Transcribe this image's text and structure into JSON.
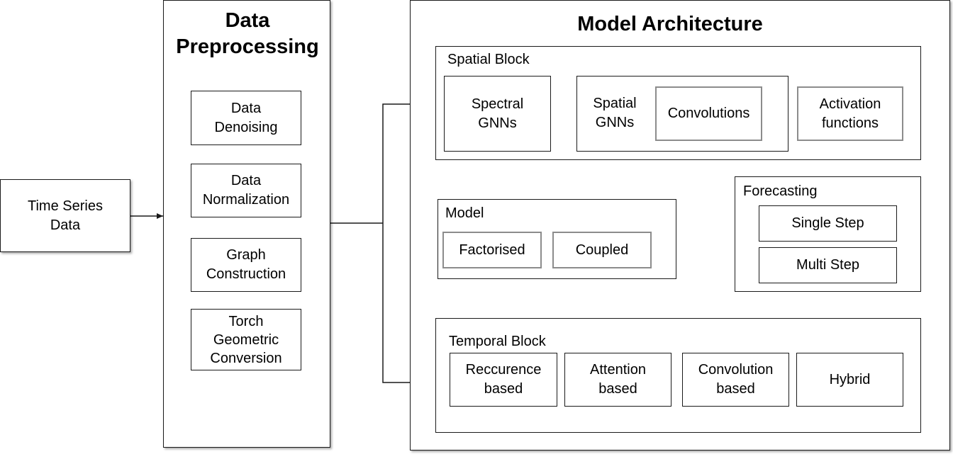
{
  "input": {
    "label": "Time Series\nData"
  },
  "preprocessing": {
    "title": "Data\nPreprocessing",
    "steps": [
      {
        "label": "Data\nDenoising"
      },
      {
        "label": "Data\nNormalization"
      },
      {
        "label": "Graph\nConstruction"
      },
      {
        "label": "Torch\nGeometric\nConversion"
      }
    ]
  },
  "architecture": {
    "title": "Model Architecture",
    "spatial_block": {
      "title": "Spatial Block",
      "spectral": "Spectral\nGNNs",
      "spatial_group": {
        "label": "Spatial\nGNNs",
        "convolutions": "Convolutions"
      },
      "activation": "Activation\nfunctions"
    },
    "model": {
      "title": "Model",
      "factorised": "Factorised",
      "coupled": "Coupled"
    },
    "forecasting": {
      "title": "Forecasting",
      "single_step": "Single Step",
      "multi_step": "Multi Step"
    },
    "temporal_block": {
      "title": "Temporal Block",
      "items": [
        {
          "label": "Reccurence\nbased"
        },
        {
          "label": "Attention\nbased"
        },
        {
          "label": "Convolution\nbased"
        },
        {
          "label": "Hybrid"
        }
      ]
    }
  }
}
